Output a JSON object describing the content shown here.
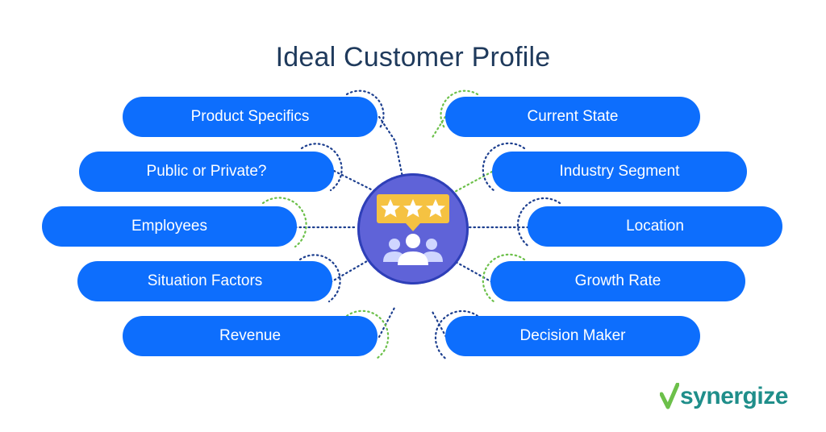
{
  "title": "Ideal Customer Profile",
  "left_items": [
    {
      "label": "Product Specifics"
    },
    {
      "label": "Public or Private?"
    },
    {
      "label": "Employees"
    },
    {
      "label": "Situation Factors"
    },
    {
      "label": "Revenue"
    }
  ],
  "right_items": [
    {
      "label": "Current State"
    },
    {
      "label": "Industry Segment"
    },
    {
      "label": "Location"
    },
    {
      "label": "Growth Rate"
    },
    {
      "label": "Decision Maker"
    }
  ],
  "center_icon": "rated-customers-icon",
  "logo": {
    "text": "synergize",
    "mark": "v-checkmark-icon"
  },
  "colors": {
    "pill": "#0d6efd",
    "title": "#1f3a5c",
    "badge": "#5f63d8",
    "star": "#f5c242",
    "dots_blue": "#1d3f8f",
    "dots_green": "#6cc04a",
    "logo": "#1f8e8a"
  }
}
